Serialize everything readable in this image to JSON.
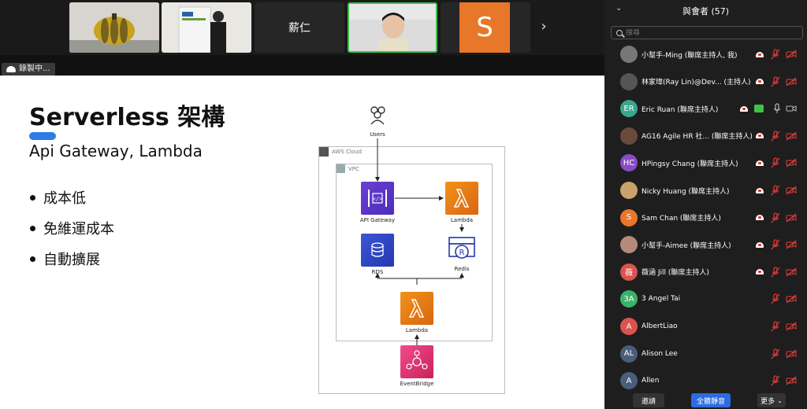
{
  "gallery": {
    "tiles": [
      {
        "name": ""
      },
      {
        "name": ""
      },
      {
        "name": "薪仁"
      },
      {
        "name": ""
      },
      {
        "name": "S"
      }
    ]
  },
  "recording_label": "錄製中...",
  "slide": {
    "title": "Serverless 架構",
    "subtitle": "Api Gateway, Lambda",
    "bullets": [
      "成本低",
      "免維運成本",
      "自動擴展"
    ],
    "diagram": {
      "users": "Users",
      "aws_cloud": "AWS Cloud",
      "vpc": "VPC",
      "api_gateway": "API Gateway",
      "lambda_top": "Lambda",
      "rds": "RDS",
      "redis": "Redis",
      "lambda_bottom": "Lambda",
      "eventbridge": "EventBridge"
    }
  },
  "panel": {
    "title": "與會者 (57)",
    "search_placeholder": "搜尋",
    "participants": [
      {
        "name": "小幫手-Ming (聯席主持人, 我)",
        "initials": "",
        "avatar_color": "#777",
        "cloud": true,
        "cam_on": false
      },
      {
        "name": "林家瑋(Ray Lin)@Dev... (主持人)",
        "initials": "",
        "avatar_color": "#555",
        "cloud": true,
        "cam_on": false
      },
      {
        "name": "Eric Ruan (聯席主持人)",
        "initials": "ER",
        "avatar_color": "#3aa68c",
        "cloud": true,
        "cam_on": true
      },
      {
        "name": "AG16 Agile HR 社... (聯席主持人)",
        "initials": "",
        "avatar_color": "#6a4a3a",
        "cloud": true,
        "cam_on": false
      },
      {
        "name": "HPingsy Chang (聯席主持人)",
        "initials": "HC",
        "avatar_color": "#8a4bc7",
        "cloud": true,
        "cam_on": false
      },
      {
        "name": "Nicky Huang (聯席主持人)",
        "initials": "",
        "avatar_color": "#c9a26a",
        "cloud": true,
        "cam_on": false
      },
      {
        "name": "Sam Chan (聯席主持人)",
        "initials": "S",
        "avatar_color": "#e8772a",
        "cloud": true,
        "cam_on": false
      },
      {
        "name": "小幫手-Aimee (聯席主持人)",
        "initials": "",
        "avatar_color": "#b58a7a",
        "cloud": true,
        "cam_on": false
      },
      {
        "name": "薇涵 Jill (聯席主持人)",
        "initials": "薇",
        "avatar_color": "#d9534f",
        "cloud": true,
        "cam_on": false
      },
      {
        "name": "3 Angel Tai",
        "initials": "3A",
        "avatar_color": "#3ab36a",
        "cloud": false,
        "cam_on": false
      },
      {
        "name": "AlbertLiao",
        "initials": "A",
        "avatar_color": "#d9534f",
        "cloud": false,
        "cam_on": false
      },
      {
        "name": "Alison Lee",
        "initials": "AL",
        "avatar_color": "#4a5d7a",
        "cloud": false,
        "cam_on": false
      },
      {
        "name": "Allen",
        "initials": "A",
        "avatar_color": "#4a5d7a",
        "cloud": false,
        "cam_on": false
      }
    ],
    "footer": {
      "invite": "邀請",
      "mute_all": "全體靜音",
      "more": "更多"
    }
  },
  "colors": {
    "accent_blue": "#2f7ae5",
    "active_speaker": "#3ec24a",
    "muted_red": "#e33b3b"
  }
}
